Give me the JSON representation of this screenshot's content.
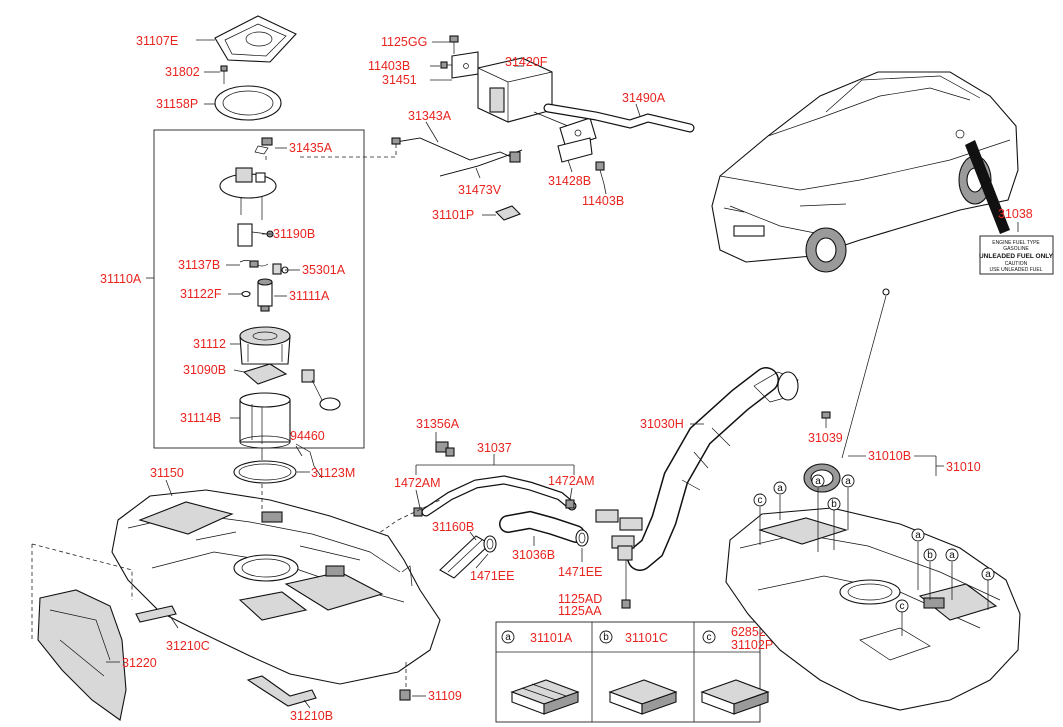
{
  "labels": {
    "p31107E": "31107E",
    "p31802": "31802",
    "p31158P": "31158P",
    "p1125GG": "1125GG",
    "p11403B_a": "11403B",
    "p31451": "31451",
    "p31420F": "31420F",
    "p31490A": "31490A",
    "p31343A": "31343A",
    "p31435A": "31435A",
    "p31473V": "31473V",
    "p31428B": "31428B",
    "p11403B_b": "11403B",
    "p31101P": "31101P",
    "p31038": "31038",
    "p31190B": "31190B",
    "p31110A": "31110A",
    "p31137B": "31137B",
    "p35301A": "35301A",
    "p31122F": "31122F",
    "p31111A": "31111A",
    "p31112": "31112",
    "p94460": "94460",
    "p31090B": "31090B",
    "p31114B": "31114B",
    "p31010B": "31010B",
    "p31010": "31010",
    "p31030H": "31030H",
    "p31039": "31039",
    "p31356A": "31356A",
    "p31037": "31037",
    "p31150": "31150",
    "p31123M": "31123M",
    "p1472AM_a": "1472AM",
    "p1472AM_b": "1472AM",
    "p31160B": "31160B",
    "p31036B": "31036B",
    "p1471EE_a": "1471EE",
    "p1471EE_b": "1471EE",
    "p1125AD": "1125AD",
    "p1125AA": "1125AA",
    "p31210C": "31210C",
    "p31220": "31220",
    "p31109": "31109",
    "p31210B": "31210B"
  },
  "label_sheet": [
    "ENGINE FUEL TYPE",
    "GASOLINE",
    "UNLEADED FUEL ONLY",
    "CAUTION",
    "USE UNLEADED FUEL"
  ],
  "legend": {
    "items": [
      {
        "key": "a",
        "part": "31101A"
      },
      {
        "key": "b",
        "part": "31101C"
      },
      {
        "key": "c",
        "part_top": "62852",
        "part": "31102P"
      }
    ]
  },
  "callouts": {
    "a": "a",
    "b": "b",
    "c": "c"
  }
}
